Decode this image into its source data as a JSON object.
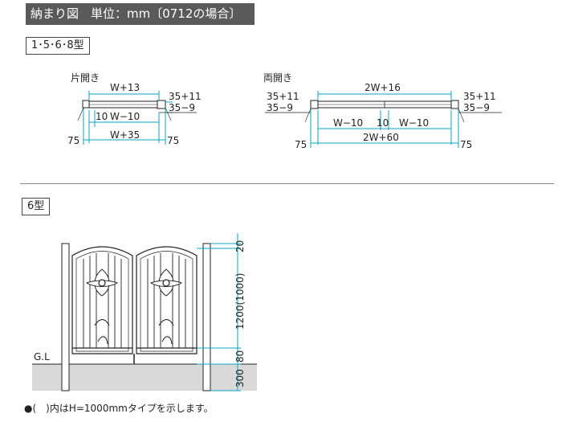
{
  "header": {
    "title": "納まり図　単位：mm〔0712の場合〕"
  },
  "section1": {
    "tag": "1･5･6･8型",
    "single": {
      "title": "片開き",
      "top_width": "W+13",
      "post_right_top": "35+11",
      "post_right_bottom": "35−9",
      "gap": "10",
      "inner_width": "W−10",
      "bottom_width": "W+35",
      "left_offset": "75",
      "right_offset": "75"
    },
    "double": {
      "title": "両開き",
      "top_width": "2W+16",
      "post_left_top": "35+11",
      "post_left_bottom": "35−9",
      "post_right_top": "35+11",
      "post_right_bottom": "35−9",
      "left_inner": "W−10",
      "center_gap": "10",
      "right_inner": "W−10",
      "bottom_width": "2W+60",
      "left_offset": "75",
      "right_offset": "75"
    }
  },
  "section2": {
    "tag": "6型",
    "gl_label": "G.L",
    "dim_top": "20",
    "dim_height": "1200(1000)",
    "dim_clear": "80",
    "dim_ground": "300"
  },
  "footnote": "●(　)内はH=1000mmタイプを示します。",
  "colors": {
    "title_bg": "#5a5a5a",
    "ground": "#d9d9d9",
    "dim_line": "#0aa3c6",
    "line": "#222222"
  }
}
